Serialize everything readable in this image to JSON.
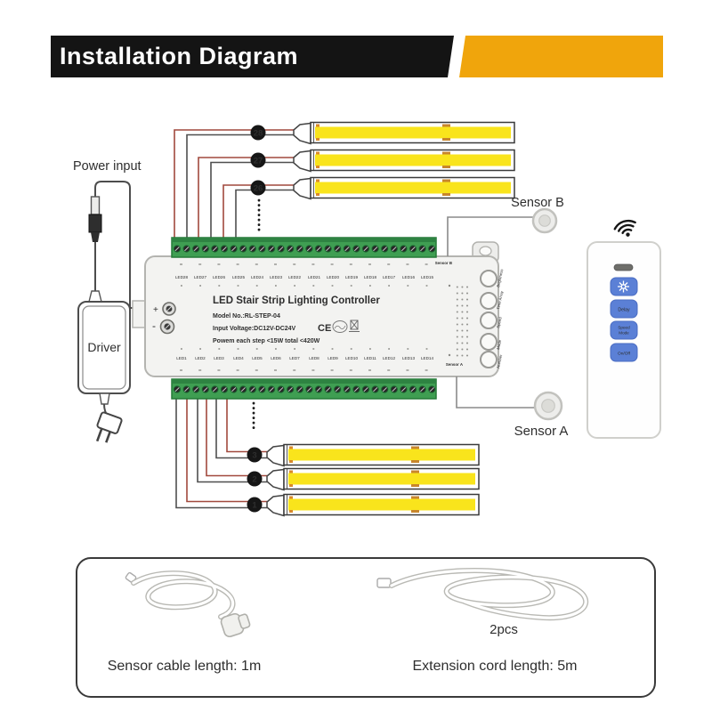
{
  "banner": {
    "title": "Installation Diagram",
    "bar_color": "#141414",
    "accent_color": "#F0A50C"
  },
  "power": {
    "label": "Power input",
    "driver_label": "Driver"
  },
  "controller": {
    "title": "LED Stair Strip Lighting Controller",
    "model": "Model No.:RL-STEP-04",
    "voltage": "Input Voltage:DC12V-DC24V",
    "ce": "CE",
    "power_note": "Powem each step <15W  total <420W",
    "port_b": "Sensor B",
    "port_a": "Sensor A",
    "plus": "+",
    "minus": "-",
    "top_leds": [
      "LED28",
      "LED27",
      "LED26",
      "LED25",
      "LED24",
      "LED23",
      "LED22",
      "LED21",
      "LED20",
      "LED19",
      "LED18",
      "LED17",
      "LED16",
      "LED15"
    ],
    "bottom_leds": [
      "LED1",
      "LED2",
      "LED3",
      "LED4",
      "LED5",
      "LED6",
      "LED7",
      "LED8",
      "LED9",
      "LED10",
      "LED11",
      "LED12",
      "LED13",
      "LED14"
    ],
    "buttons": [
      "Brightness",
      "Time Array",
      "Speed",
      "Mode",
      "Number"
    ]
  },
  "strips": {
    "top_numbers": [
      "28",
      "27",
      "26"
    ],
    "bottom_numbers": [
      "3",
      "2",
      "1"
    ]
  },
  "sensors": {
    "b_label": "Sensor B",
    "a_label": "Sensor A"
  },
  "remote": {
    "buttons": [
      {
        "icon": "brightness-sun"
      },
      {
        "label": "Delay"
      },
      {
        "line1": "Speed",
        "line2": "Mode"
      },
      {
        "label": "On/Off"
      }
    ]
  },
  "accessories": {
    "sensor_caption": "Sensor cable length: 1m",
    "qty": "2pcs",
    "extension_caption": "Extension cord length: 5m"
  },
  "colors": {
    "accent": "#F0A50C",
    "strip_yellow": "#F9E41C",
    "terminal_green": "#3F9E52",
    "remote_button_blue": "#5B80D6",
    "wire_red": "#A1493D",
    "wire_dark": "#4F4F4F"
  }
}
